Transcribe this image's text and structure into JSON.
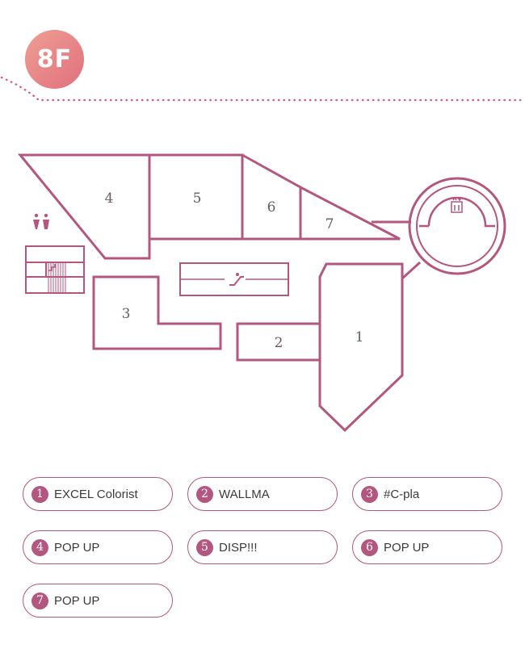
{
  "floor": {
    "label": "8F"
  },
  "colors": {
    "accent": "#b35680",
    "badge_from": "#ef9e93",
    "badge_to": "#e0707e"
  },
  "icons": {
    "restroom": "restroom-icon",
    "escalator": "escalator-icon",
    "elevator": "elevator-icon",
    "stairs": "stairs-icon"
  },
  "rooms": [
    {
      "number": "1"
    },
    {
      "number": "2"
    },
    {
      "number": "3"
    },
    {
      "number": "4"
    },
    {
      "number": "5"
    },
    {
      "number": "6"
    },
    {
      "number": "7"
    }
  ],
  "legend": [
    {
      "number": "1",
      "label": "EXCEL Colorist"
    },
    {
      "number": "2",
      "label": "WALLMA"
    },
    {
      "number": "3",
      "label": "#C-pla"
    },
    {
      "number": "4",
      "label": "POP UP"
    },
    {
      "number": "5",
      "label": "DISP!!!"
    },
    {
      "number": "6",
      "label": "POP UP"
    },
    {
      "number": "7",
      "label": "POP UP"
    }
  ]
}
